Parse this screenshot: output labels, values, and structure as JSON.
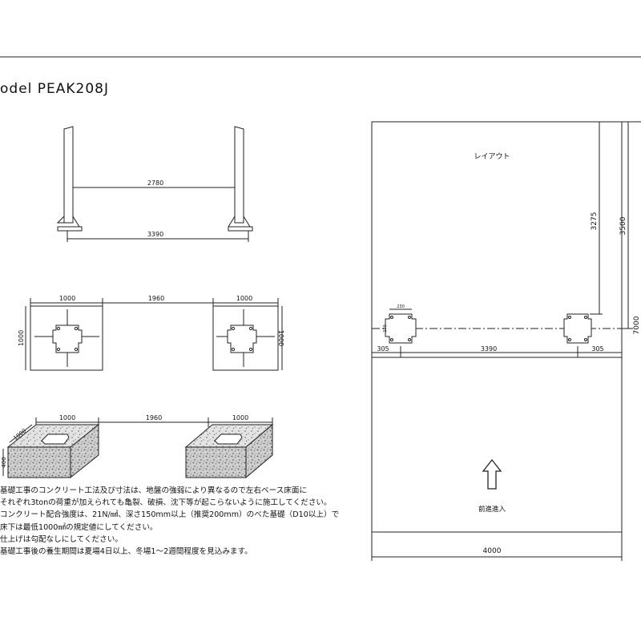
{
  "model": {
    "label": "odel  PEAK208J"
  },
  "front_view": {
    "inner_width": "2780",
    "outer_width": "3390"
  },
  "plan_view": {
    "base_width_left": "1000",
    "gap": "1960",
    "base_width_right": "1000",
    "base_depth_left": "1000",
    "base_depth_right": "1000"
  },
  "iso_view": {
    "base_width_left": "1000",
    "gap": "1960",
    "base_width_right": "1000",
    "depth_label": "1000",
    "height_label": "400"
  },
  "layout": {
    "title": "レイアウト",
    "dim_3275": "3275",
    "dim_3500": "3500",
    "dim_7000": "7000",
    "dim_230": "230",
    "dim_230_side": "230",
    "dim_305_left": "305",
    "dim_3390": "3390",
    "dim_305_right": "305",
    "entry_label": "前進進入",
    "dim_4000": "4000"
  },
  "notes": [
    "基礎工事のコンクリート工法及び寸法は、地盤の強弱により異なるので左右ベース床面に",
    "それぞれ3tonの荷重が加えられても亀裂、破損、沈下等が起こらないように施工してください。",
    "コンクリート配合強度は、21N/㎟、深さ150mm以上（推奨200mm）のべた基礎（D10以上）で",
    "床下は最低1000㎟の規定値にしてください。",
    "仕上げは勾配なしにしてください。",
    "基礎工事後の養生期間は夏場4日以上、冬場1〜2週間程度を見込みます。"
  ]
}
